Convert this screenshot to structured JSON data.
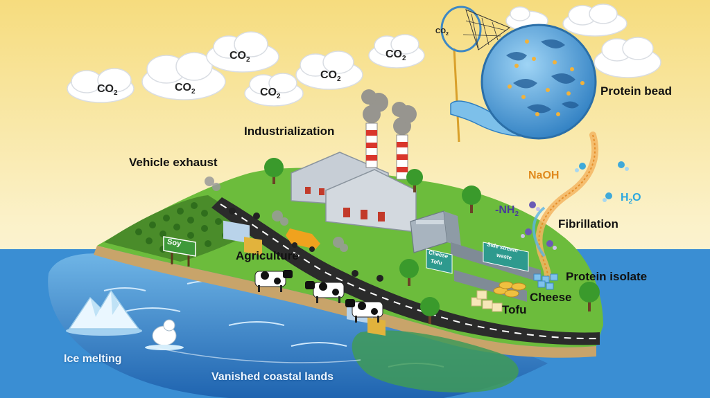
{
  "co2": {
    "main": "CO",
    "sub": "2"
  },
  "labels": {
    "industrialization": "Industrialization",
    "vehicle_exhaust": "Vehicle exhaust",
    "agriculture": "Agriculture",
    "ice_melting": "Ice melting",
    "vanished_coastal_lands": "Vanished coastal lands",
    "protein_bead": "Protein bead",
    "fibrillation": "Fibrillation",
    "protein_isolate": "Protein isolate",
    "cheese": "Cheese",
    "tofu": "Tofu"
  },
  "chem": {
    "naoh": "NaOH",
    "h2o_main": "H",
    "h2o_sub": "2",
    "h2o_end": "O",
    "nh2_main": "-NH",
    "nh2_sub": "2"
  },
  "signs": {
    "soy": "Soy",
    "cheese_sign": "Cheese",
    "tofu_sign": "Tofu",
    "side_stream": "Side stream",
    "waste": "waste"
  },
  "colors": {
    "sky_top": "#f7e08a",
    "sky_bottom": "#fdf8e6",
    "sea": "#3f87c9",
    "land": "#6fbf3f",
    "road": "#2b2b2b",
    "factory": "#b9c2cc",
    "chimney_red": "#d9362c",
    "bead": "#5aa6dc"
  }
}
